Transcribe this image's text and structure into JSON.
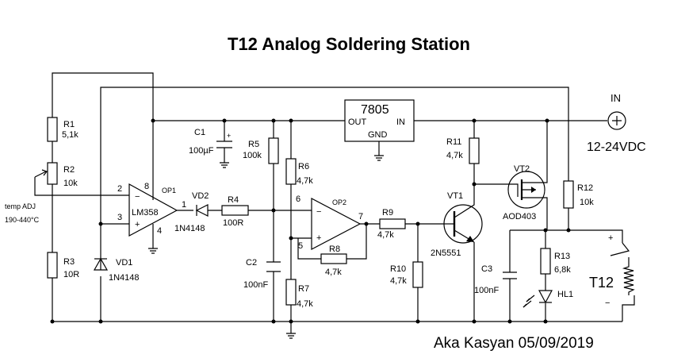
{
  "title": "T12  Analog  Soldering  Station",
  "signature": "Aka Kasyan 05/09/2019",
  "input": {
    "label": "IN",
    "voltage": "12-24VDC",
    "plus": "+"
  },
  "regulator": {
    "name": "7805",
    "out": "OUT",
    "in": "IN",
    "gnd": "GND"
  },
  "pot": {
    "label": "temp ADJ",
    "range": "190-440°C"
  },
  "components": {
    "R1": {
      "ref": "R1",
      "value": "5,1k"
    },
    "R2": {
      "ref": "R2",
      "value": "10k"
    },
    "R3": {
      "ref": "R3",
      "value": "10R"
    },
    "R4": {
      "ref": "R4",
      "value": "100R"
    },
    "R5": {
      "ref": "R5",
      "value": "100k"
    },
    "R6": {
      "ref": "R6",
      "value": "4,7k"
    },
    "R7": {
      "ref": "R7",
      "value": "4,7k"
    },
    "R8": {
      "ref": "R8",
      "value": "4,7k"
    },
    "R9": {
      "ref": "R9",
      "value": "4,7k"
    },
    "R10": {
      "ref": "R10",
      "value": "4,7k"
    },
    "R11": {
      "ref": "R11",
      "value": "4,7k"
    },
    "R12": {
      "ref": "R12",
      "value": "10k"
    },
    "R13": {
      "ref": "R13",
      "value": "6,8k"
    },
    "C1": {
      "ref": "C1",
      "value": "100µF"
    },
    "C2": {
      "ref": "C2",
      "value": "100nF"
    },
    "C3": {
      "ref": "C3",
      "value": "100nF"
    },
    "VD1": {
      "ref": "VD1",
      "value": "1N4148"
    },
    "VD2": {
      "ref": "VD2",
      "value": "1N4148"
    },
    "OP1": {
      "ref": "OP1",
      "part": "LM358"
    },
    "OP2": {
      "ref": "OP2"
    },
    "VT1": {
      "ref": "VT1",
      "value": "2N5551"
    },
    "VT2": {
      "ref": "VT2",
      "value": "AOD403"
    },
    "HL1": {
      "ref": "HL1"
    },
    "T12": {
      "ref": "T12"
    }
  },
  "pins": {
    "op1_inv": "2",
    "op1_noninv": "3",
    "op1_vcc": "8",
    "op1_gnd": "4",
    "op1_out": "1",
    "op2_inv": "6",
    "op2_noninv": "5",
    "op2_out": "7",
    "minus": "−",
    "plus": "+"
  }
}
